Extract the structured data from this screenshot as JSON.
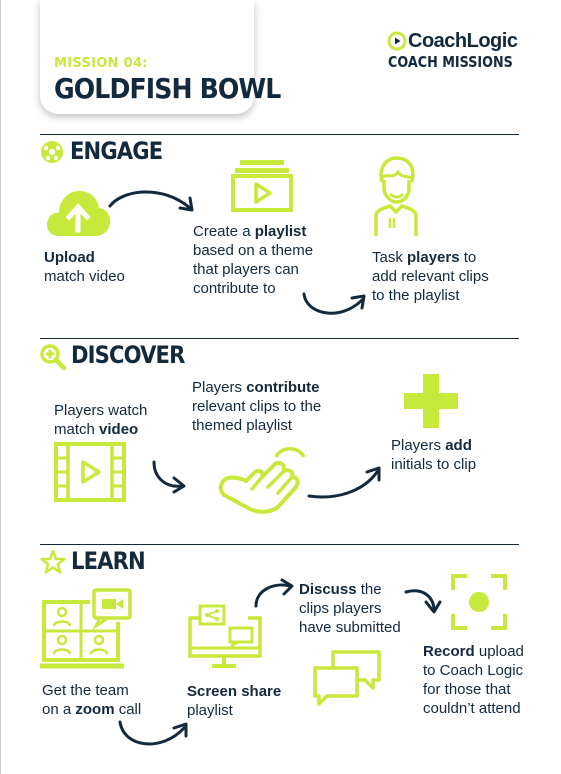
{
  "mission": {
    "number": "MISSION 04:",
    "name": "GOLDFISH BOWL"
  },
  "brand": {
    "name": "CoachLogic",
    "subtitle": "COACH MISSIONS",
    "color": "#13293d"
  },
  "colors": {
    "accent": "#c6e93b",
    "text": "#13293d"
  },
  "sections": {
    "engage": {
      "title": "ENGAGE",
      "icon": "soccer-ball-icon",
      "steps": {
        "upload": {
          "b1": "Upload",
          "t2": "match video"
        },
        "playlist": {
          "t1": "Create a ",
          "b1": "playlist",
          "t2": "based on a theme",
          "t3": "that players can",
          "t4": "contribute to"
        },
        "task": {
          "t1": "Task ",
          "b1": "players",
          "t1b": " to",
          "t2": "add relevant clips",
          "t3": "to the playlist"
        }
      }
    },
    "discover": {
      "title": "DISCOVER",
      "icon": "magnifier-plus-icon",
      "steps": {
        "watch": {
          "t1": "Players watch",
          "t2": "match ",
          "b2": "video"
        },
        "contribute": {
          "t1": "Players ",
          "b1": "contribute",
          "t2": "relevant clips to the",
          "t3": "themed playlist"
        },
        "add": {
          "t1": "Players ",
          "b1": "add",
          "t2": "initials to clip"
        }
      }
    },
    "learn": {
      "title": "LEARN",
      "icon": "star-outline-icon",
      "steps": {
        "zoom": {
          "t1": "Get the team",
          "t2": "on a ",
          "b2": "zoom",
          "t2b": " call"
        },
        "share": {
          "b1": "Screen share",
          "t2": "playlist"
        },
        "discuss": {
          "b1": "Discuss",
          "t1b": " the",
          "t2": "clips players",
          "t3": "have submitted"
        },
        "record": {
          "b1": "Record",
          "t1b": " upload",
          "t2": "to Coach Logic",
          "t3": "for those that",
          "t4": "couldn’t attend"
        }
      }
    }
  }
}
